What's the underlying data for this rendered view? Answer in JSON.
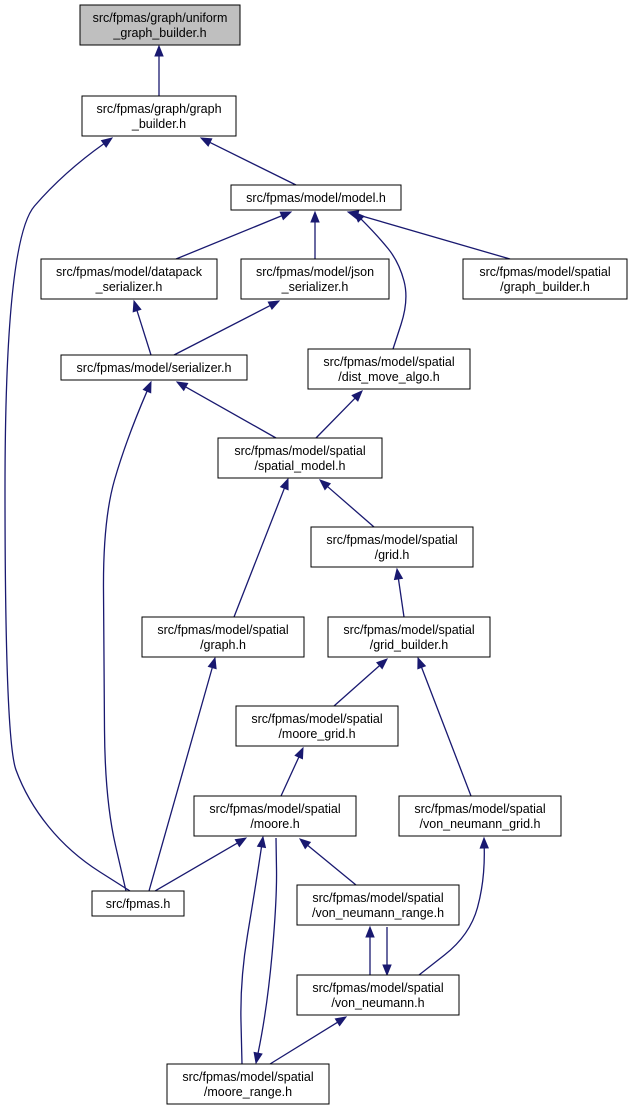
{
  "diagram": {
    "colors": {
      "edge": "#191970",
      "node_fill": "#ffffff",
      "highlight_fill": "#bfbfbf",
      "border": "#000000"
    },
    "nodes": [
      {
        "id": "uniform_graph_builder",
        "lines": [
          "src/fpmas/graph/uniform",
          "_graph_builder.h"
        ],
        "highlight": true
      },
      {
        "id": "graph_builder",
        "lines": [
          "src/fpmas/graph/graph",
          "_builder.h"
        ]
      },
      {
        "id": "model",
        "lines": [
          "src/fpmas/model/model.h"
        ]
      },
      {
        "id": "datapack_serializer",
        "lines": [
          "src/fpmas/model/datapack",
          "_serializer.h"
        ]
      },
      {
        "id": "json_serializer",
        "lines": [
          "src/fpmas/model/json",
          "_serializer.h"
        ]
      },
      {
        "id": "spatial_graph_builder",
        "lines": [
          "src/fpmas/model/spatial",
          "/graph_builder.h"
        ]
      },
      {
        "id": "serializer",
        "lines": [
          "src/fpmas/model/serializer.h"
        ]
      },
      {
        "id": "dist_move_algo",
        "lines": [
          "src/fpmas/model/spatial",
          "/dist_move_algo.h"
        ]
      },
      {
        "id": "spatial_model",
        "lines": [
          "src/fpmas/model/spatial",
          "/spatial_model.h"
        ]
      },
      {
        "id": "grid",
        "lines": [
          "src/fpmas/model/spatial",
          "/grid.h"
        ]
      },
      {
        "id": "spatial_graph",
        "lines": [
          "src/fpmas/model/spatial",
          "/graph.h"
        ]
      },
      {
        "id": "grid_builder",
        "lines": [
          "src/fpmas/model/spatial",
          "/grid_builder.h"
        ]
      },
      {
        "id": "moore_grid",
        "lines": [
          "src/fpmas/model/spatial",
          "/moore_grid.h"
        ]
      },
      {
        "id": "moore",
        "lines": [
          "src/fpmas/model/spatial",
          "/moore.h"
        ]
      },
      {
        "id": "von_neumann_grid",
        "lines": [
          "src/fpmas/model/spatial",
          "/von_neumann_grid.h"
        ]
      },
      {
        "id": "fpmas",
        "lines": [
          "src/fpmas.h"
        ]
      },
      {
        "id": "von_neumann_range",
        "lines": [
          "src/fpmas/model/spatial",
          "/von_neumann_range.h"
        ]
      },
      {
        "id": "von_neumann",
        "lines": [
          "src/fpmas/model/spatial",
          "/von_neumann.h"
        ]
      },
      {
        "id": "moore_range",
        "lines": [
          "src/fpmas/model/spatial",
          "/moore_range.h"
        ]
      }
    ],
    "edges": [
      {
        "from": "uniform_graph_builder",
        "to": "graph_builder"
      },
      {
        "from": "graph_builder",
        "to": "model"
      },
      {
        "from": "graph_builder",
        "to": "fpmas"
      },
      {
        "from": "model",
        "to": "datapack_serializer"
      },
      {
        "from": "model",
        "to": "json_serializer"
      },
      {
        "from": "model",
        "to": "spatial_graph_builder"
      },
      {
        "from": "model",
        "to": "dist_move_algo"
      },
      {
        "from": "datapack_serializer",
        "to": "serializer"
      },
      {
        "from": "json_serializer",
        "to": "serializer"
      },
      {
        "from": "serializer",
        "to": "spatial_model"
      },
      {
        "from": "serializer",
        "to": "fpmas"
      },
      {
        "from": "dist_move_algo",
        "to": "spatial_model"
      },
      {
        "from": "spatial_model",
        "to": "spatial_graph"
      },
      {
        "from": "spatial_model",
        "to": "grid"
      },
      {
        "from": "grid",
        "to": "grid_builder"
      },
      {
        "from": "spatial_graph",
        "to": "fpmas"
      },
      {
        "from": "grid_builder",
        "to": "moore_grid"
      },
      {
        "from": "grid_builder",
        "to": "von_neumann_grid"
      },
      {
        "from": "moore_grid",
        "to": "moore"
      },
      {
        "from": "moore",
        "to": "fpmas"
      },
      {
        "from": "moore",
        "to": "von_neumann_range"
      },
      {
        "from": "moore",
        "to": "moore_range"
      },
      {
        "from": "moore_range",
        "to": "moore"
      },
      {
        "from": "von_neumann_grid",
        "to": "von_neumann"
      },
      {
        "from": "von_neumann_range",
        "to": "von_neumann"
      },
      {
        "from": "von_neumann",
        "to": "von_neumann_range"
      },
      {
        "from": "von_neumann",
        "to": "moore_range"
      }
    ]
  }
}
